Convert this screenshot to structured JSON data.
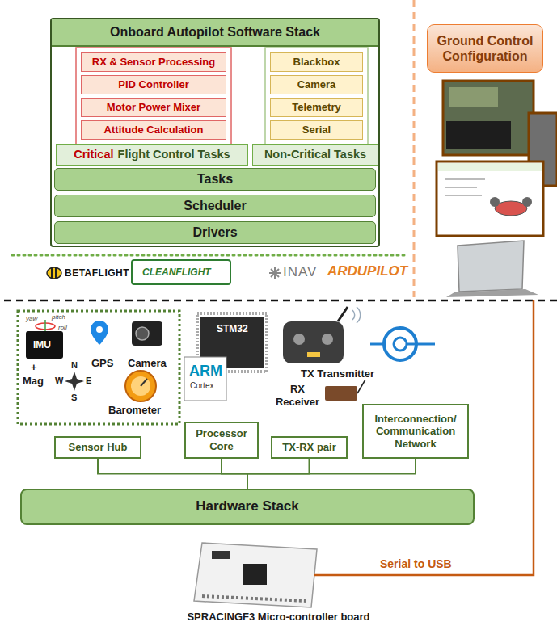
{
  "diagram": {
    "caption": "SPRACINGF3 Micro-controller board",
    "nodes": [
      {
        "text": [
          "Onboard Autopilot Software Stack"
        ]
      },
      {
        "text": [
          "RX & Sensor Processing"
        ],
        "in": 0
      },
      {
        "text": [
          "PID Controller"
        ],
        "in": 0
      },
      {
        "text": [
          "Motor Power Mixer"
        ],
        "in": 0
      },
      {
        "text": [
          "Attitude Calculation"
        ],
        "in": 0
      },
      {
        "text": [
          "Blackbox"
        ],
        "in": 0
      },
      {
        "text": [
          "Camera"
        ],
        "in": 0
      },
      {
        "text": [
          "Telemetry"
        ],
        "in": 0
      },
      {
        "text": [
          "Serial"
        ],
        "in": 0
      },
      {
        "text": [
          "Critical",
          "Flight Control Tasks"
        ],
        "in": 0
      },
      {
        "text": [
          "Non-Critical Tasks"
        ],
        "in": 0
      },
      {
        "text": [
          "Tasks"
        ],
        "in": 0
      },
      {
        "text": [
          "Scheduler"
        ],
        "in": 0
      },
      {
        "text": [
          "Drivers"
        ],
        "in": 0
      },
      {
        "text": [
          "Ground Control Configuration"
        ]
      },
      {
        "text": [
          "Sensor Hub"
        ]
      },
      {
        "text": [
          "Processor Core"
        ]
      },
      {
        "text": [
          "TX-RX pair"
        ]
      },
      {
        "text": [
          "Interconnection/ Communication Network"
        ]
      },
      {
        "text": [
          "Hardware Stack"
        ]
      }
    ],
    "edges": [
      {
        "from": 15,
        "to": 19,
        "arrow": "none"
      },
      {
        "from": 16,
        "to": 19,
        "arrow": "none"
      },
      {
        "from": 17,
        "to": 19,
        "arrow": "none"
      },
      {
        "from": 18,
        "to": 19,
        "arrow": "none"
      }
    ],
    "labels": [
      "BETAFLIGHT",
      "CLEANFLIGHT",
      "INAV",
      "ARDUPILOT",
      "yaw",
      "pitch",
      "roll",
      "IMU",
      "+",
      "Mag",
      "N",
      "E",
      "S",
      "W",
      "GPS",
      "Camera",
      "Barometer",
      "STM32",
      "ARM",
      "Cortex",
      "TX Transmitter",
      "RX Receiver",
      "Serial to USB"
    ]
  }
}
